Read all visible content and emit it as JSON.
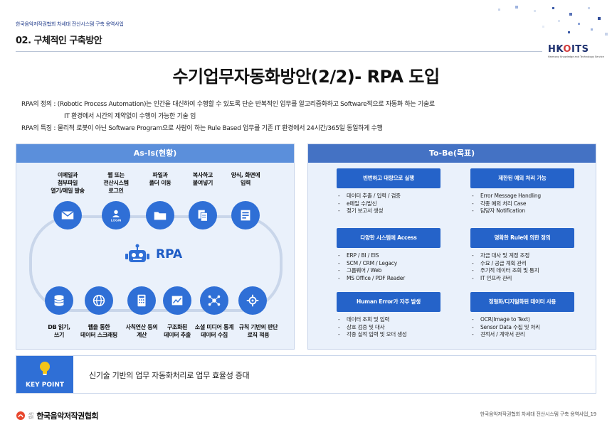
{
  "header": {
    "project": "한국음악저작권협회 차세대 전산시스템 구축 용역사업",
    "section": "02. 구체적인 구축방안"
  },
  "logo": {
    "text_main": "HK",
    "text_accent": "O",
    "text_tail": "ITS",
    "subtitle": "Harmony Knowledge and Technology Service"
  },
  "title": "수기업무자동화방안(2/2)- RPA 도입",
  "description": {
    "line1": "RPA의 정의 : (Robotic  Process  Automation)는  인간을 대신하여 수행할 수 있도록 단순 반복적인 업무를 알고리즘화하고 Software적으로 자동화 하는 기술로",
    "line2": "IT 환경에서 시간의 제약없이 수행이 가능한 기술 임",
    "line3": "RPA의 특징 : 물리적 로봇이 아닌 Software Program으로 사람이 하는 Rule Based 업무를 기존 IT 환경에서  24시간/365일 동일하게 수행"
  },
  "asis": {
    "heading": "As-Is(현황)",
    "center_label": "RPA",
    "top": [
      {
        "l1": "이메일과",
        "l2": "첨부파일",
        "l3": "열기/메일 발송",
        "icon": "mail-icon"
      },
      {
        "l1": "웹 또는",
        "l2": "전산시스템",
        "l3": "로그인",
        "icon": "login-icon"
      },
      {
        "l1": "파일과",
        "l2": "폴더 이동",
        "l3": "",
        "icon": "folder-icon"
      },
      {
        "l1": "복사하고",
        "l2": "붙여넣기",
        "l3": "",
        "icon": "copy-icon"
      },
      {
        "l1": "양식, 화면에",
        "l2": "입력",
        "l3": "",
        "icon": "form-icon"
      }
    ],
    "bottom": [
      {
        "l1": "DB 읽기,",
        "l2": "쓰기",
        "icon": "database-icon"
      },
      {
        "l1": "웹을 통한",
        "l2": "데이터 스크래핑",
        "icon": "web-icon"
      },
      {
        "l1": "사칙연산 등의",
        "l2": "계산",
        "icon": "calculator-icon"
      },
      {
        "l1": "구조화된",
        "l2": "데이터 추출",
        "icon": "chart-icon"
      },
      {
        "l1": "소셜 미디어 통계",
        "l2": "데이터 수집",
        "icon": "network-icon"
      },
      {
        "l1": "규칙 기반의 판단",
        "l2": "로직 적용",
        "icon": "logic-icon"
      }
    ]
  },
  "tobe": {
    "heading": "To-Be(목표)",
    "blocks": [
      {
        "title": "빈번하고 대량으로 실행",
        "items": [
          "데이터 추출 / 입력 / 검증",
          "e메일 수/발신",
          "정기 보고서 생성"
        ]
      },
      {
        "title": "제한된 예외 처리 가능",
        "items": [
          "Error Message Handling",
          "각종 예외 처리 Case",
          "담당자 Notification"
        ]
      },
      {
        "title": "다양한 시스템에 Access",
        "items": [
          "ERP / BI / EIS",
          "SCM / CRM / Legacy",
          "그룹웨어 / Web",
          "MS Office / PDF Reader"
        ]
      },
      {
        "title": "명확한 Rule에 의한 정의",
        "items": [
          "자금 대사 및 계정 조정",
          "수요 / 공급 계획 관리",
          "주기적 데이터 조회 및 통지",
          "IT 인프라 관리"
        ]
      },
      {
        "title": "Human Error가 자주 발생",
        "items": [
          "데이터 조회 및 입력",
          "상호 검증 및 대사",
          "각종 실적 입력 및 오더 생성"
        ]
      },
      {
        "title": "정형화/디지털화된  데이터 사용",
        "items": [
          "OCR(Image to Text)",
          "Sensor Data 수집 및 처리",
          "견적서 / 계약서 관리"
        ]
      }
    ]
  },
  "keypoint": {
    "label": "KEY POINT",
    "text": "신기술 기반의 업무 자동화처리로 업무 효율성 증대"
  },
  "footer": {
    "org_small_1": "사단",
    "org_small_2": "법인",
    "org": "한국음악저작권협회",
    "page": "한국음악저작권협회 차세대 전산시스템 구축 용역사업_19"
  },
  "colors": {
    "primary": "#2f6fd6",
    "panel_bg": "#eaf1fb",
    "asis_head": "#5b8fdb",
    "tobe_head": "#4472c4",
    "tobe_block": "#2563c9"
  }
}
